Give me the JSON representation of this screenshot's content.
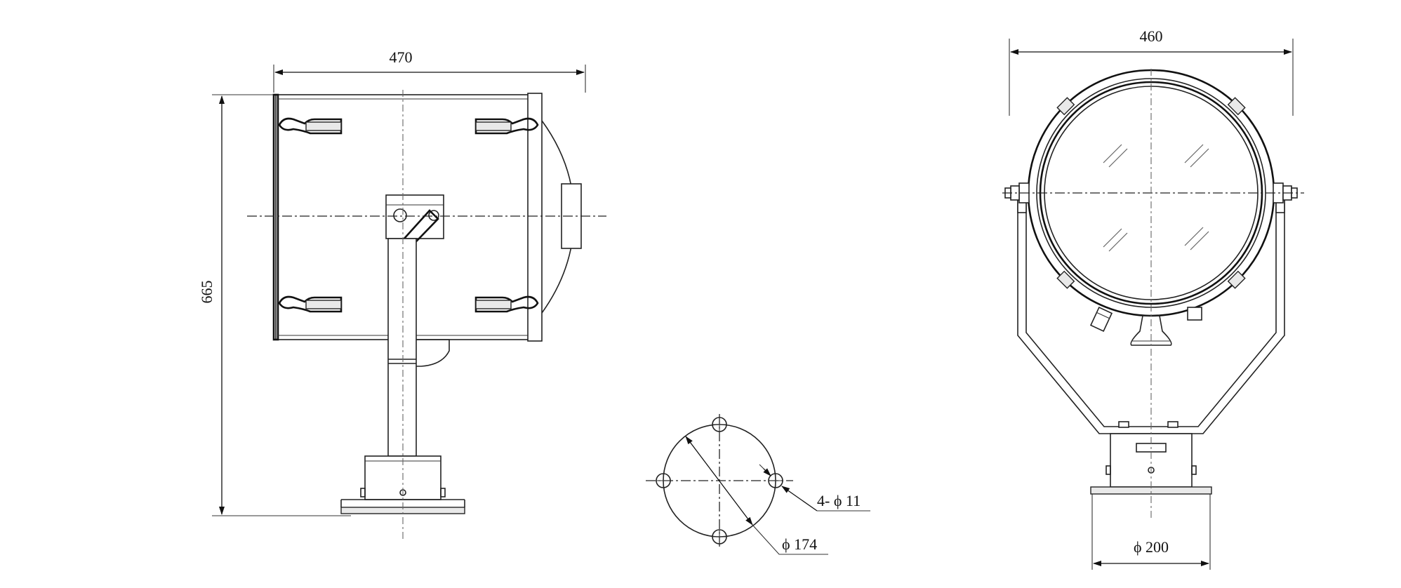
{
  "drawing": {
    "side_view": {
      "width_dimension": "470",
      "height_dimension": "665"
    },
    "base_hole_pattern": {
      "hole_callout": "4- ϕ 11",
      "pitch_circle_callout": "ϕ 174"
    },
    "front_view": {
      "width_dimension": "460",
      "base_callout": "ϕ 200"
    }
  }
}
